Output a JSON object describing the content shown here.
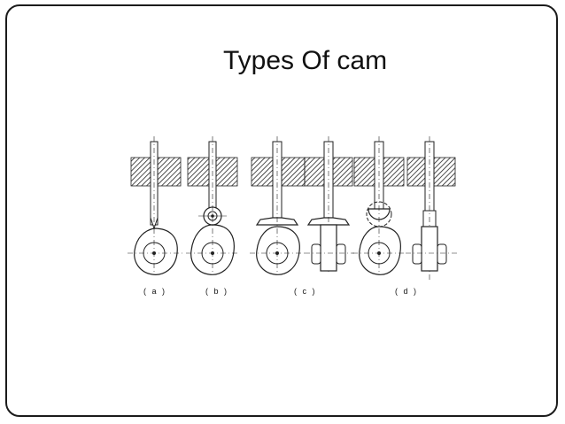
{
  "slide": {
    "title": "Types Of cam"
  },
  "figure": {
    "captions": [
      "( a )",
      "( b )",
      "( c )",
      "( d )"
    ]
  }
}
